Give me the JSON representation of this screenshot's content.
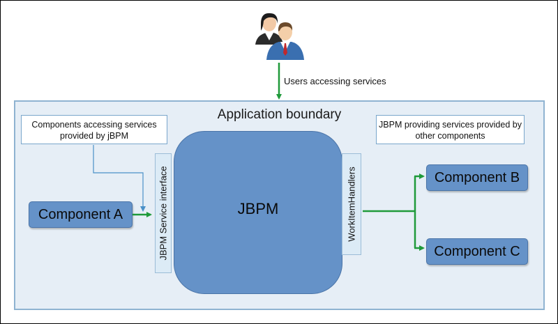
{
  "diagram": {
    "users_edge_label": "Users accessing services",
    "boundary_title": "Application boundary",
    "note_left": "Components accessing services provided by jBPM",
    "note_right": "JBPM providing services provided by other components",
    "service_interface_label": "JBPM Service interface",
    "workitem_label": "WorkItemHandlers",
    "core_label": "JBPM",
    "component_a": "Component A",
    "component_b": "Component B",
    "component_c": "Component C",
    "users_icon": "users-icon",
    "colors": {
      "node_fill": "#6592c8",
      "boundary_fill": "#e6eef6",
      "boundary_border": "#8fb3d1",
      "arrow_green": "#1f9a3a",
      "arrow_blue": "#4a90c8"
    }
  }
}
